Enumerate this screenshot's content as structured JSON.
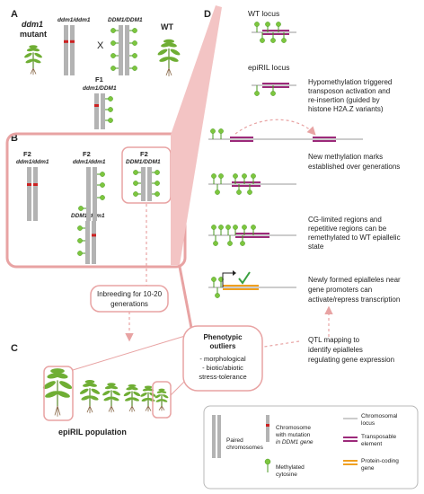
{
  "panels": {
    "a": "A",
    "b": "B",
    "c": "C",
    "d": "D"
  },
  "panel_a": {
    "mutant_label": [
      "ddm1",
      "mutant"
    ],
    "cross_left": "ddm1/ddm1",
    "cross_right": "DDM1/DDM1",
    "cross_symbol": "X",
    "wt_label": "WT",
    "f1_label": "F1",
    "f1_genotype": "ddm1/DDM1"
  },
  "panel_b": {
    "f2_label": "F2",
    "genotype_1": "ddm1/ddm1",
    "genotype_2": "ddm1/ddm1",
    "genotype_3": "DDM1/DDM1",
    "genotype_4": "DDM1/ddm1"
  },
  "inbreeding": [
    "Inbreeding for 10-20",
    "generations"
  ],
  "panel_c": {
    "outliers_title": [
      "Phenotypic",
      "outliers"
    ],
    "outliers_items": [
      "- morphological",
      "- biotic/abiotic",
      "stress-tolerance"
    ],
    "population_label": "epiRIL population"
  },
  "panel_d": {
    "wt_locus": "WT locus",
    "epiril_locus": "epiRIL locus",
    "step1": [
      "Hypomethylation triggered",
      "transposon activation and",
      "re-insertion (guided by",
      "histone H2A.Z variants)"
    ],
    "step2": [
      "New methylation marks",
      "established over generations"
    ],
    "step3": [
      "CG-limited regions and",
      "repetitive regions can be",
      "remethylated to WT epiallelic",
      "state"
    ],
    "step4": [
      "Newly formed epialleles near",
      "gene promoters can",
      "activate/repress transcription"
    ],
    "qtl": [
      "QTL mapping to",
      "identify epialleles",
      "regulating gene expression"
    ]
  },
  "legend": {
    "paired_chromosomes": [
      "Paired",
      "chromosomes"
    ],
    "chromosome_mutation": [
      "Chromosome",
      "with mutation",
      "in DDM1 gene"
    ],
    "chromosomal_locus": [
      "Chromosomal",
      "locus"
    ],
    "transposable_element": [
      "Transposable",
      "element"
    ],
    "methylated_cytosine": [
      "Methylated",
      "cytosine"
    ],
    "protein_coding_gene": [
      "Protein-coding",
      "gene"
    ]
  },
  "colors": {
    "pink": "#e8a3a3",
    "pink_dark": "#d98585",
    "chromosome": "#b3b3b3",
    "mutation": "#cc2222",
    "methyl": "#7dc63e",
    "methyl_stroke": "#4a9a22",
    "transposon": "#9c2a7a",
    "gene": "#f0a020",
    "check": "#3aa040"
  }
}
